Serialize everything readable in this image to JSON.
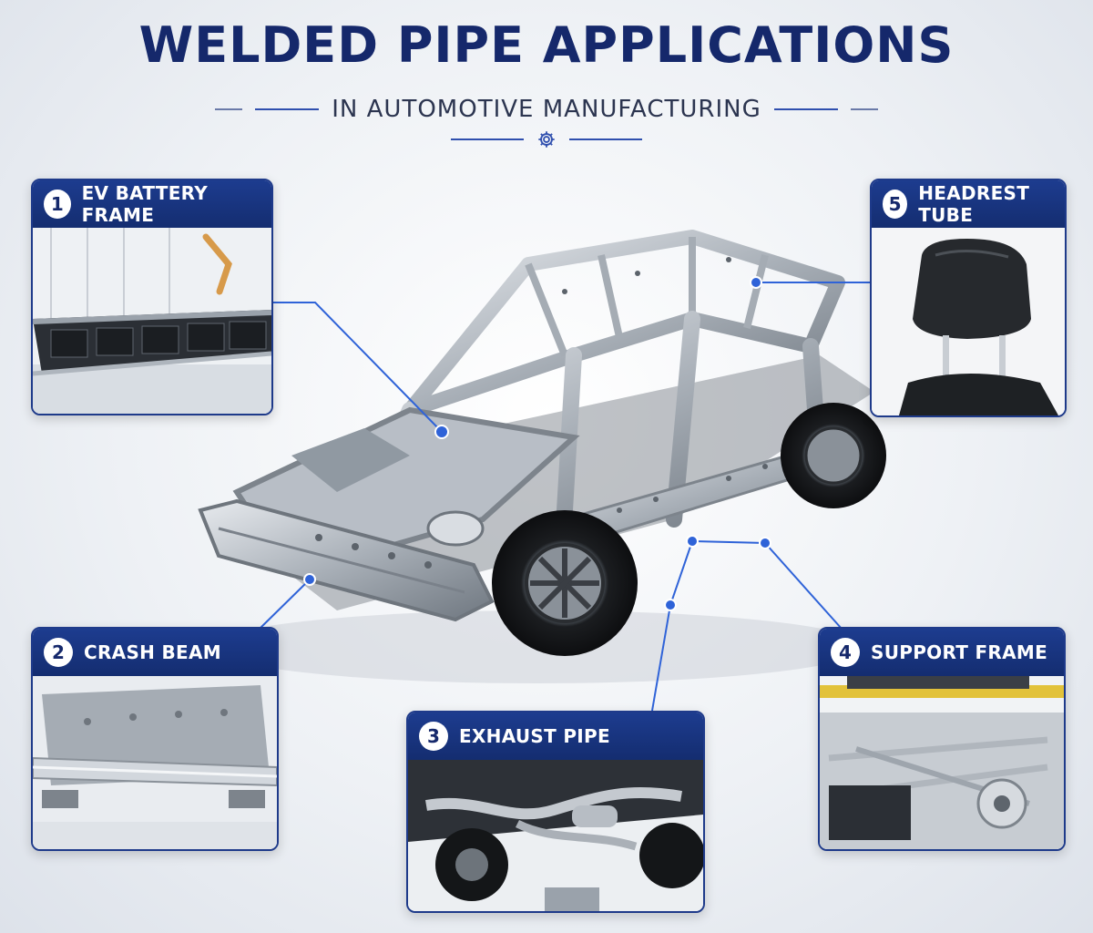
{
  "header": {
    "title": "WELDED PIPE APPLICATIONS",
    "subtitle": "IN AUTOMOTIVE MANUFACTURING"
  },
  "colors": {
    "navy": "#15286b",
    "accent": "#2f63d8",
    "steel": "#9aa3ae"
  },
  "cards": [
    {
      "number": "1",
      "label": "EV BATTERY FRAME",
      "icon": "battery-frame-photo"
    },
    {
      "number": "2",
      "label": "CRASH BEAM",
      "icon": "crash-beam-photo"
    },
    {
      "number": "3",
      "label": "EXHAUST PIPE",
      "icon": "exhaust-pipe-photo"
    },
    {
      "number": "4",
      "label": "SUPPORT FRAME",
      "icon": "support-frame-photo"
    },
    {
      "number": "5",
      "label": "HEADREST TUBE",
      "icon": "headrest-photo"
    }
  ]
}
